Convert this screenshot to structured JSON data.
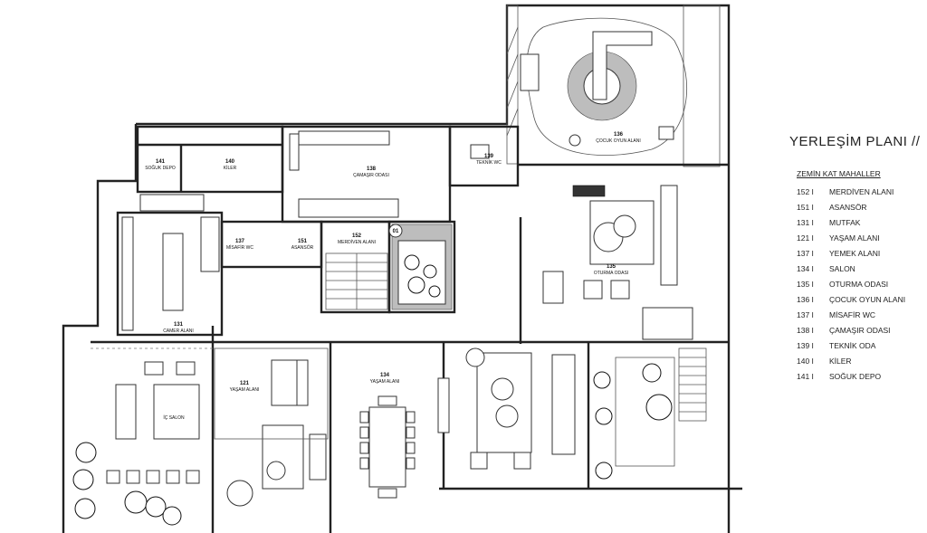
{
  "legend": {
    "title": "YERLEŞİM PLANI //",
    "heading": "ZEMİN KAT MAHALLER",
    "items": [
      {
        "code": "152 I",
        "name": "MERDİVEN ALANI"
      },
      {
        "code": "151 I",
        "name": "ASANSÖR"
      },
      {
        "code": "131 I",
        "name": "MUTFAK"
      },
      {
        "code": "121 I",
        "name": "YAŞAM ALANI"
      },
      {
        "code": "137 I",
        "name": "YEMEK ALANI"
      },
      {
        "code": "134 I",
        "name": "SALON"
      },
      {
        "code": "135 I",
        "name": "OTURMA ODASI"
      },
      {
        "code": "136 I",
        "name": "ÇOCUK OYUN ALANI"
      },
      {
        "code": "137 I",
        "name": "MİSAFİR WC"
      },
      {
        "code": "138 I",
        "name": "ÇAMAŞIR ODASI"
      },
      {
        "code": "139 I",
        "name": "TEKNİK ODA"
      },
      {
        "code": "140 I",
        "name": "KİLER"
      },
      {
        "code": "141 I",
        "name": "SOĞUK DEPO"
      }
    ]
  },
  "rooms": {
    "r141": {
      "num": "141",
      "name": "SOĞUK DEPO"
    },
    "r140": {
      "num": "140",
      "name": "KİLER"
    },
    "r138": {
      "num": "138",
      "name": "ÇAMAŞIR ODASI"
    },
    "r139": {
      "num": "139",
      "name": "TEKNİK WC"
    },
    "r136": {
      "num": "136",
      "name": "ÇOCUK OYUN ALANI"
    },
    "r131": {
      "num": "131",
      "name": "CAMER ALANI"
    },
    "r137": {
      "num": "137",
      "name": "MİSAFİR WC"
    },
    "r151": {
      "num": "151",
      "name": "ASANSÖR"
    },
    "r152": {
      "num": "152",
      "name": "MERDİVEN ALANI"
    },
    "r135": {
      "num": "135",
      "name": "OTURMA ODASI"
    },
    "r121": {
      "num": "121",
      "name": "YAŞAM ALANI"
    },
    "r134": {
      "num": "134",
      "name": "YAŞAM ALANI"
    },
    "rsalon": {
      "num": "",
      "name": "İÇ SALON"
    }
  },
  "marker": "01"
}
